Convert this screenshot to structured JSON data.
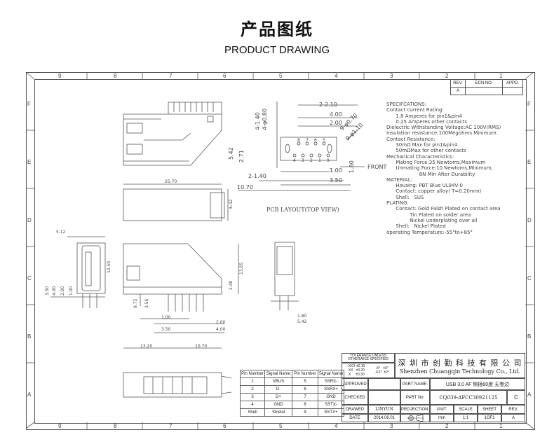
{
  "title_cn": "产品图纸",
  "title_en": "PRODUCT DRAWING",
  "zone_columns": [
    "9",
    "8",
    "7",
    "6",
    "5",
    "4",
    "3",
    "2",
    "1"
  ],
  "zone_rows": [
    "F",
    "E",
    "D",
    "C",
    "B",
    "A"
  ],
  "revision_table": {
    "headers": [
      "REV.",
      "ECN.NO.",
      "APPD."
    ],
    "rev": "A"
  },
  "specs": "SPECIFCATIONS:\nContact current Rating:\n      1.8 Amperes for pin1&pin4\n      0.25 Amperes other contacts\nDielectric Withstanding Voltage:AC 100V(RMS)\nInsulation resistance:100Megohms Minimum.\nContact Resistance:\n      30mΩ Max for pin1&pin4\n      50mΩMax for other contacts\nMechanical Characteristics:\n      Mating Force:35 Newtoms,Maximum\n      Unmating Force:10 Newtoms,Minimum,\n                     8N Min After Durability\nMATERIAL:\n      Housing: PBT Blue UL94V-0\n      Contact: copper alloy( T=0.20mm)\n      Shell:   SUS\nPLATING:\n      Contact: Gold Falsh Plated on contact area\n               Tin Plated on solder area\n               Nickel underplating over all\n      Shell:   Nickel Plated\noperating Temperature:-55°to+85°",
  "pcb_layout_label": "PCB LAYOUT(TOP VIEW)",
  "front_label": "FRONT",
  "dims": {
    "d210": "2-2.10",
    "d400": "4.00",
    "d200": "2.00",
    "d970": "9-φ0.70",
    "d9110": "9-φ1.10",
    "d100": "1.00",
    "d350": "3.50",
    "d1070": "10.70",
    "d140": "2-1.40",
    "d542": "5.42",
    "d271": "2.71",
    "d4140": "4-1.40",
    "d480": "4-φ0.80",
    "d180": "1.80",
    "d2570": "25.70",
    "d642": "6.42",
    "d512": "5.12",
    "d1250": "12.50",
    "d1385": "13.85",
    "d350b": "3.50",
    "d400b": "4.00",
    "d200b": "2.00",
    "d100b": "1.00",
    "d975": "9.75",
    "d356": "3.56",
    "d100c": "1.00",
    "d200c": "2.00",
    "d350c": "3.50",
    "d400c": "4.00",
    "d240": "2.40",
    "d1320": "13.20",
    "d1070b": "10.70",
    "d180b": "1.80",
    "d542b": "5.42"
  },
  "pin_numbers": [
    "1",
    "2",
    "3",
    "4",
    "5",
    "6",
    "7",
    "8",
    "9"
  ],
  "pin_table": {
    "headers": [
      "Pin Number",
      "Signal Name",
      "Pin Number",
      "Signal Name"
    ],
    "rows": [
      [
        "1",
        "VBUS",
        "5",
        "SSRX-"
      ],
      [
        "2",
        "D-",
        "6",
        "SSRX+"
      ],
      [
        "3",
        "D+",
        "7",
        "GND"
      ],
      [
        "4",
        "GND",
        "8",
        "SSTX-"
      ],
      [
        "Shell",
        "Shielal",
        "9",
        "SSTX+"
      ]
    ]
  },
  "title_block": {
    "tolerance_title": "TOLERANCE UNLESS OTHERWISE SPECIFIED",
    "tol_lines": ".XXX ±0.10\n.XX   ±0.20\n.X     ±0.30",
    "tol_ang": ".X°   ±3°\n.XX°  ±2°",
    "company_cn": "深 圳 市 创 勤 科 技 有 限 公 司",
    "company_en": "Shenzhen Chuangqin Technology Co., Ltd.",
    "approved": "APPROVED",
    "part_name_label": "PART NAME:",
    "part_name": "USB 3.0 AF 侧插90度 无卷边",
    "checked": "CHECKED",
    "part_no_label": "PART No:",
    "part_no": "CQ039-AFCC30921125",
    "part_rev": "C",
    "drawed": "DRAWED",
    "drawer": "LINYUN",
    "projection": "PROJECTION:",
    "unit_label": "UNIT:",
    "scale_label": "SCALE",
    "sheet_label": "SHEET",
    "rev_label": "REV.",
    "date_label": "DATE",
    "date": "2014.08.01",
    "unit": "mm",
    "scale": "1:1",
    "sheet": "1OF1",
    "rev": "A"
  }
}
